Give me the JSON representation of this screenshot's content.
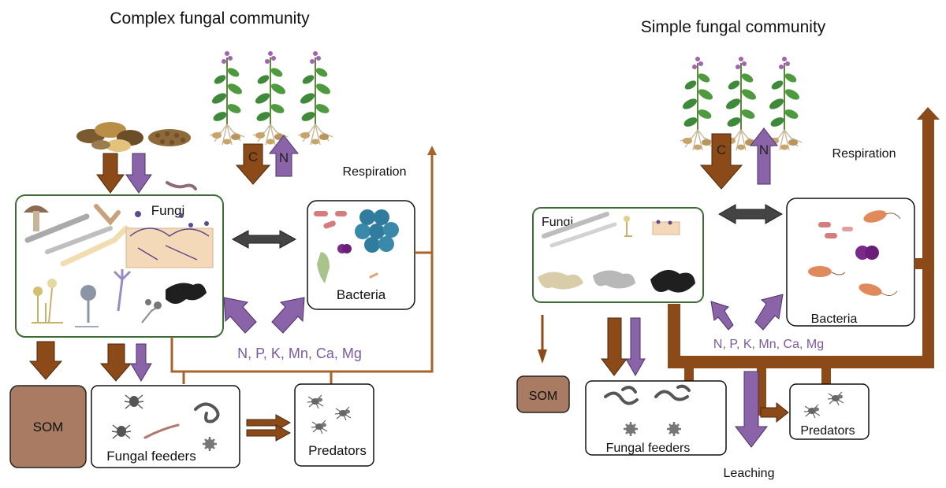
{
  "left_panel": {
    "title": "Complex fungal community",
    "fungi_label": "Fungi",
    "bacteria_label": "Bacteria",
    "respiration_label": "Respiration",
    "nutrients_label": "N, P, K, Mn, Ca, Mg",
    "som_label": "SOM",
    "fungal_feeders_label": "Fungal feeders",
    "predators_label": "Predators",
    "carbon_label": "C",
    "nitrogen_label": "N"
  },
  "right_panel": {
    "title": "Simple fungal community",
    "fungi_label": "Fungi",
    "bacteria_label": "Bacteria",
    "respiration_label": "Respiration",
    "nutrients_label": "N, P, K, Mn, Ca, Mg",
    "som_label": "SOM",
    "fungal_feeders_label": "Fungal feeders",
    "predators_label": "Predators",
    "leaching_label": "Leaching",
    "carbon_label": "C",
    "nitrogen_label": "N"
  },
  "colors": {
    "carbon_arrow": "#8B4A17",
    "nutrient_arrow": "#8A63A8",
    "nutrient_text": "#7B5A9E",
    "box_green": "#3E6B35",
    "som_fill": "#A97B63",
    "exchange_arrow": "#444444",
    "plant_leaf": "#3F8A3A",
    "flower": "#A561B3"
  }
}
